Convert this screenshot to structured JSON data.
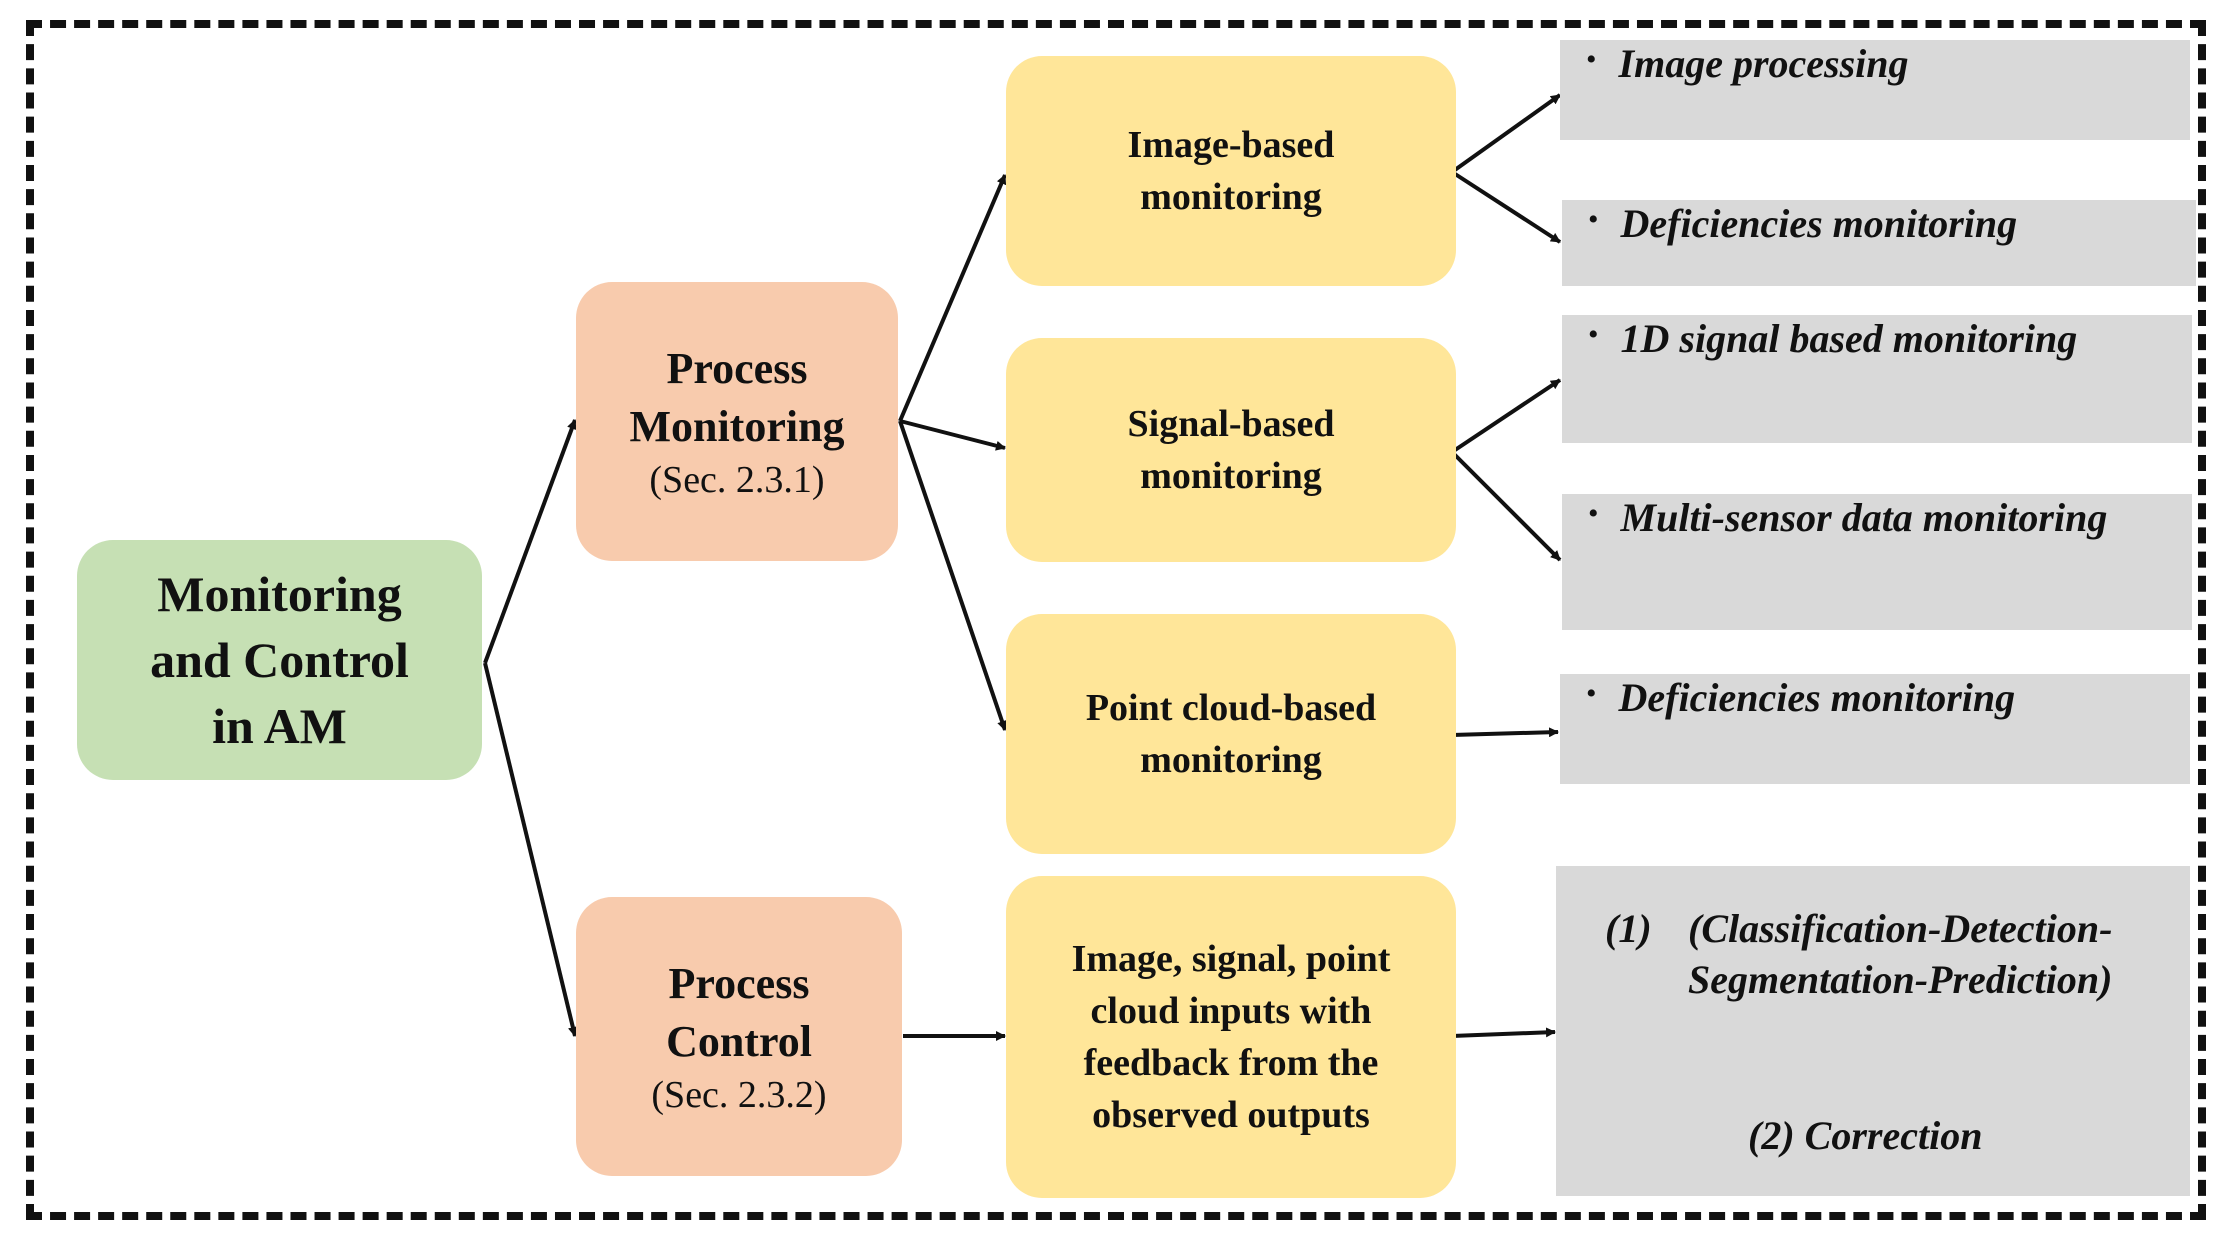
{
  "root": {
    "lines": [
      "Monitoring",
      "and Control",
      "in AM"
    ]
  },
  "process_monitoring": {
    "title_lines": [
      "Process",
      "Monitoring"
    ],
    "section": "(Sec. 2.3.1)"
  },
  "process_control": {
    "title_lines": [
      "Process",
      "Control"
    ],
    "section": "(Sec. 2.3.2)"
  },
  "methods": {
    "image": {
      "lines": [
        "Image-based",
        "monitoring"
      ]
    },
    "signal": {
      "lines": [
        "Signal-based",
        "monitoring"
      ]
    },
    "point_cloud": {
      "lines": [
        "Point cloud-based",
        "monitoring"
      ]
    },
    "control_inputs": {
      "lines": [
        "Image, signal, point",
        "cloud inputs with",
        "feedback from the",
        "observed outputs"
      ]
    }
  },
  "outputs": {
    "bullet": "•",
    "image_processing": "Image processing",
    "image_deficiencies": "Deficiencies monitoring",
    "signal_1d": "1D signal based monitoring",
    "signal_multi": "Multi-sensor data monitoring",
    "pc_deficiencies": "Deficiencies monitoring",
    "control_step1_num": "(1)",
    "control_step1_line1": "(Classification-Detection-",
    "control_step1_line2": "Segmentation-Prediction)",
    "control_step2": "(2) Correction"
  },
  "colors": {
    "root": "#c6e0b4",
    "process": "#f8cbad",
    "method": "#ffe699",
    "output": "#d9d9d9",
    "frame": "#111111"
  }
}
